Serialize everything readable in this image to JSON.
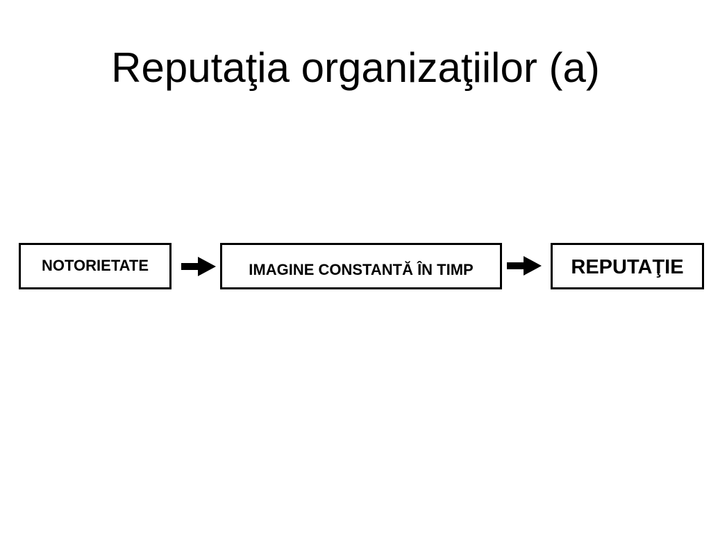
{
  "slide": {
    "title": "Reputaţia organizaţiilor (a)"
  },
  "diagram": {
    "boxes": [
      {
        "label": "NOTORIETATE"
      },
      {
        "label": "IMAGINE CONSTANTĂ ÎN TIMP"
      },
      {
        "label": "REPUTAŢIE"
      }
    ],
    "arrows": [
      {
        "icon": "arrow-right-icon"
      },
      {
        "icon": "arrow-right-icon"
      }
    ],
    "colors": {
      "stroke": "#000000",
      "background": "#ffffff"
    }
  }
}
